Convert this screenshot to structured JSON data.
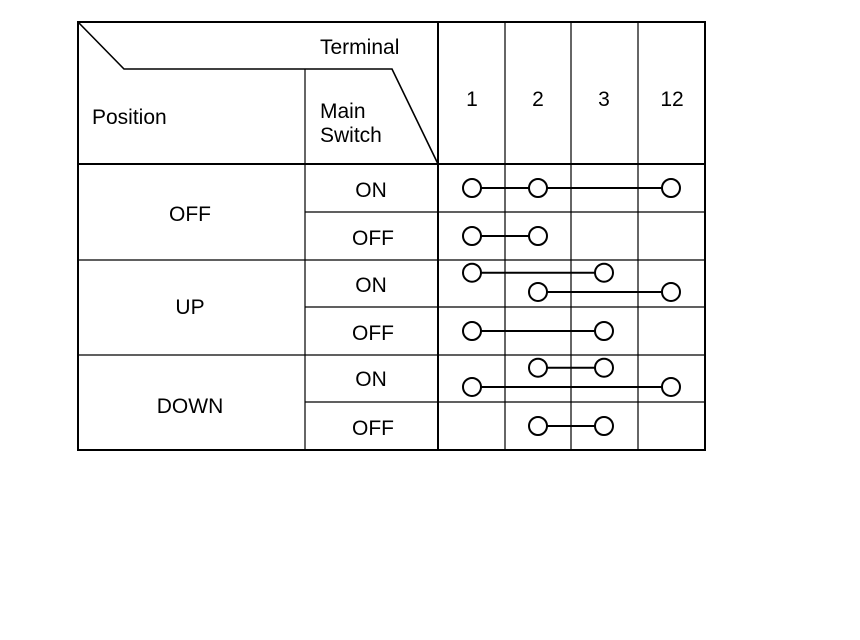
{
  "header": {
    "terminal_label": "Terminal",
    "position_label": "Position",
    "main_switch_line1": "Main",
    "main_switch_line2": "Switch"
  },
  "terminals": [
    "1",
    "2",
    "3",
    "12"
  ],
  "positions": [
    {
      "name": "OFF",
      "rows": [
        {
          "switch": "ON",
          "connections": [
            [
              "1",
              "2",
              "12"
            ]
          ]
        },
        {
          "switch": "OFF",
          "connections": [
            [
              "1",
              "2"
            ]
          ]
        }
      ]
    },
    {
      "name": "UP",
      "rows": [
        {
          "switch": "ON",
          "connections": [
            [
              "1",
              "3"
            ],
            [
              "2",
              "12"
            ]
          ]
        },
        {
          "switch": "OFF",
          "connections": [
            [
              "1",
              "3"
            ]
          ]
        }
      ]
    },
    {
      "name": "DOWN",
      "rows": [
        {
          "switch": "ON",
          "connections": [
            [
              "2",
              "3"
            ],
            [
              "1",
              "12"
            ]
          ]
        },
        {
          "switch": "OFF",
          "connections": [
            [
              "2",
              "3"
            ]
          ]
        }
      ]
    }
  ]
}
